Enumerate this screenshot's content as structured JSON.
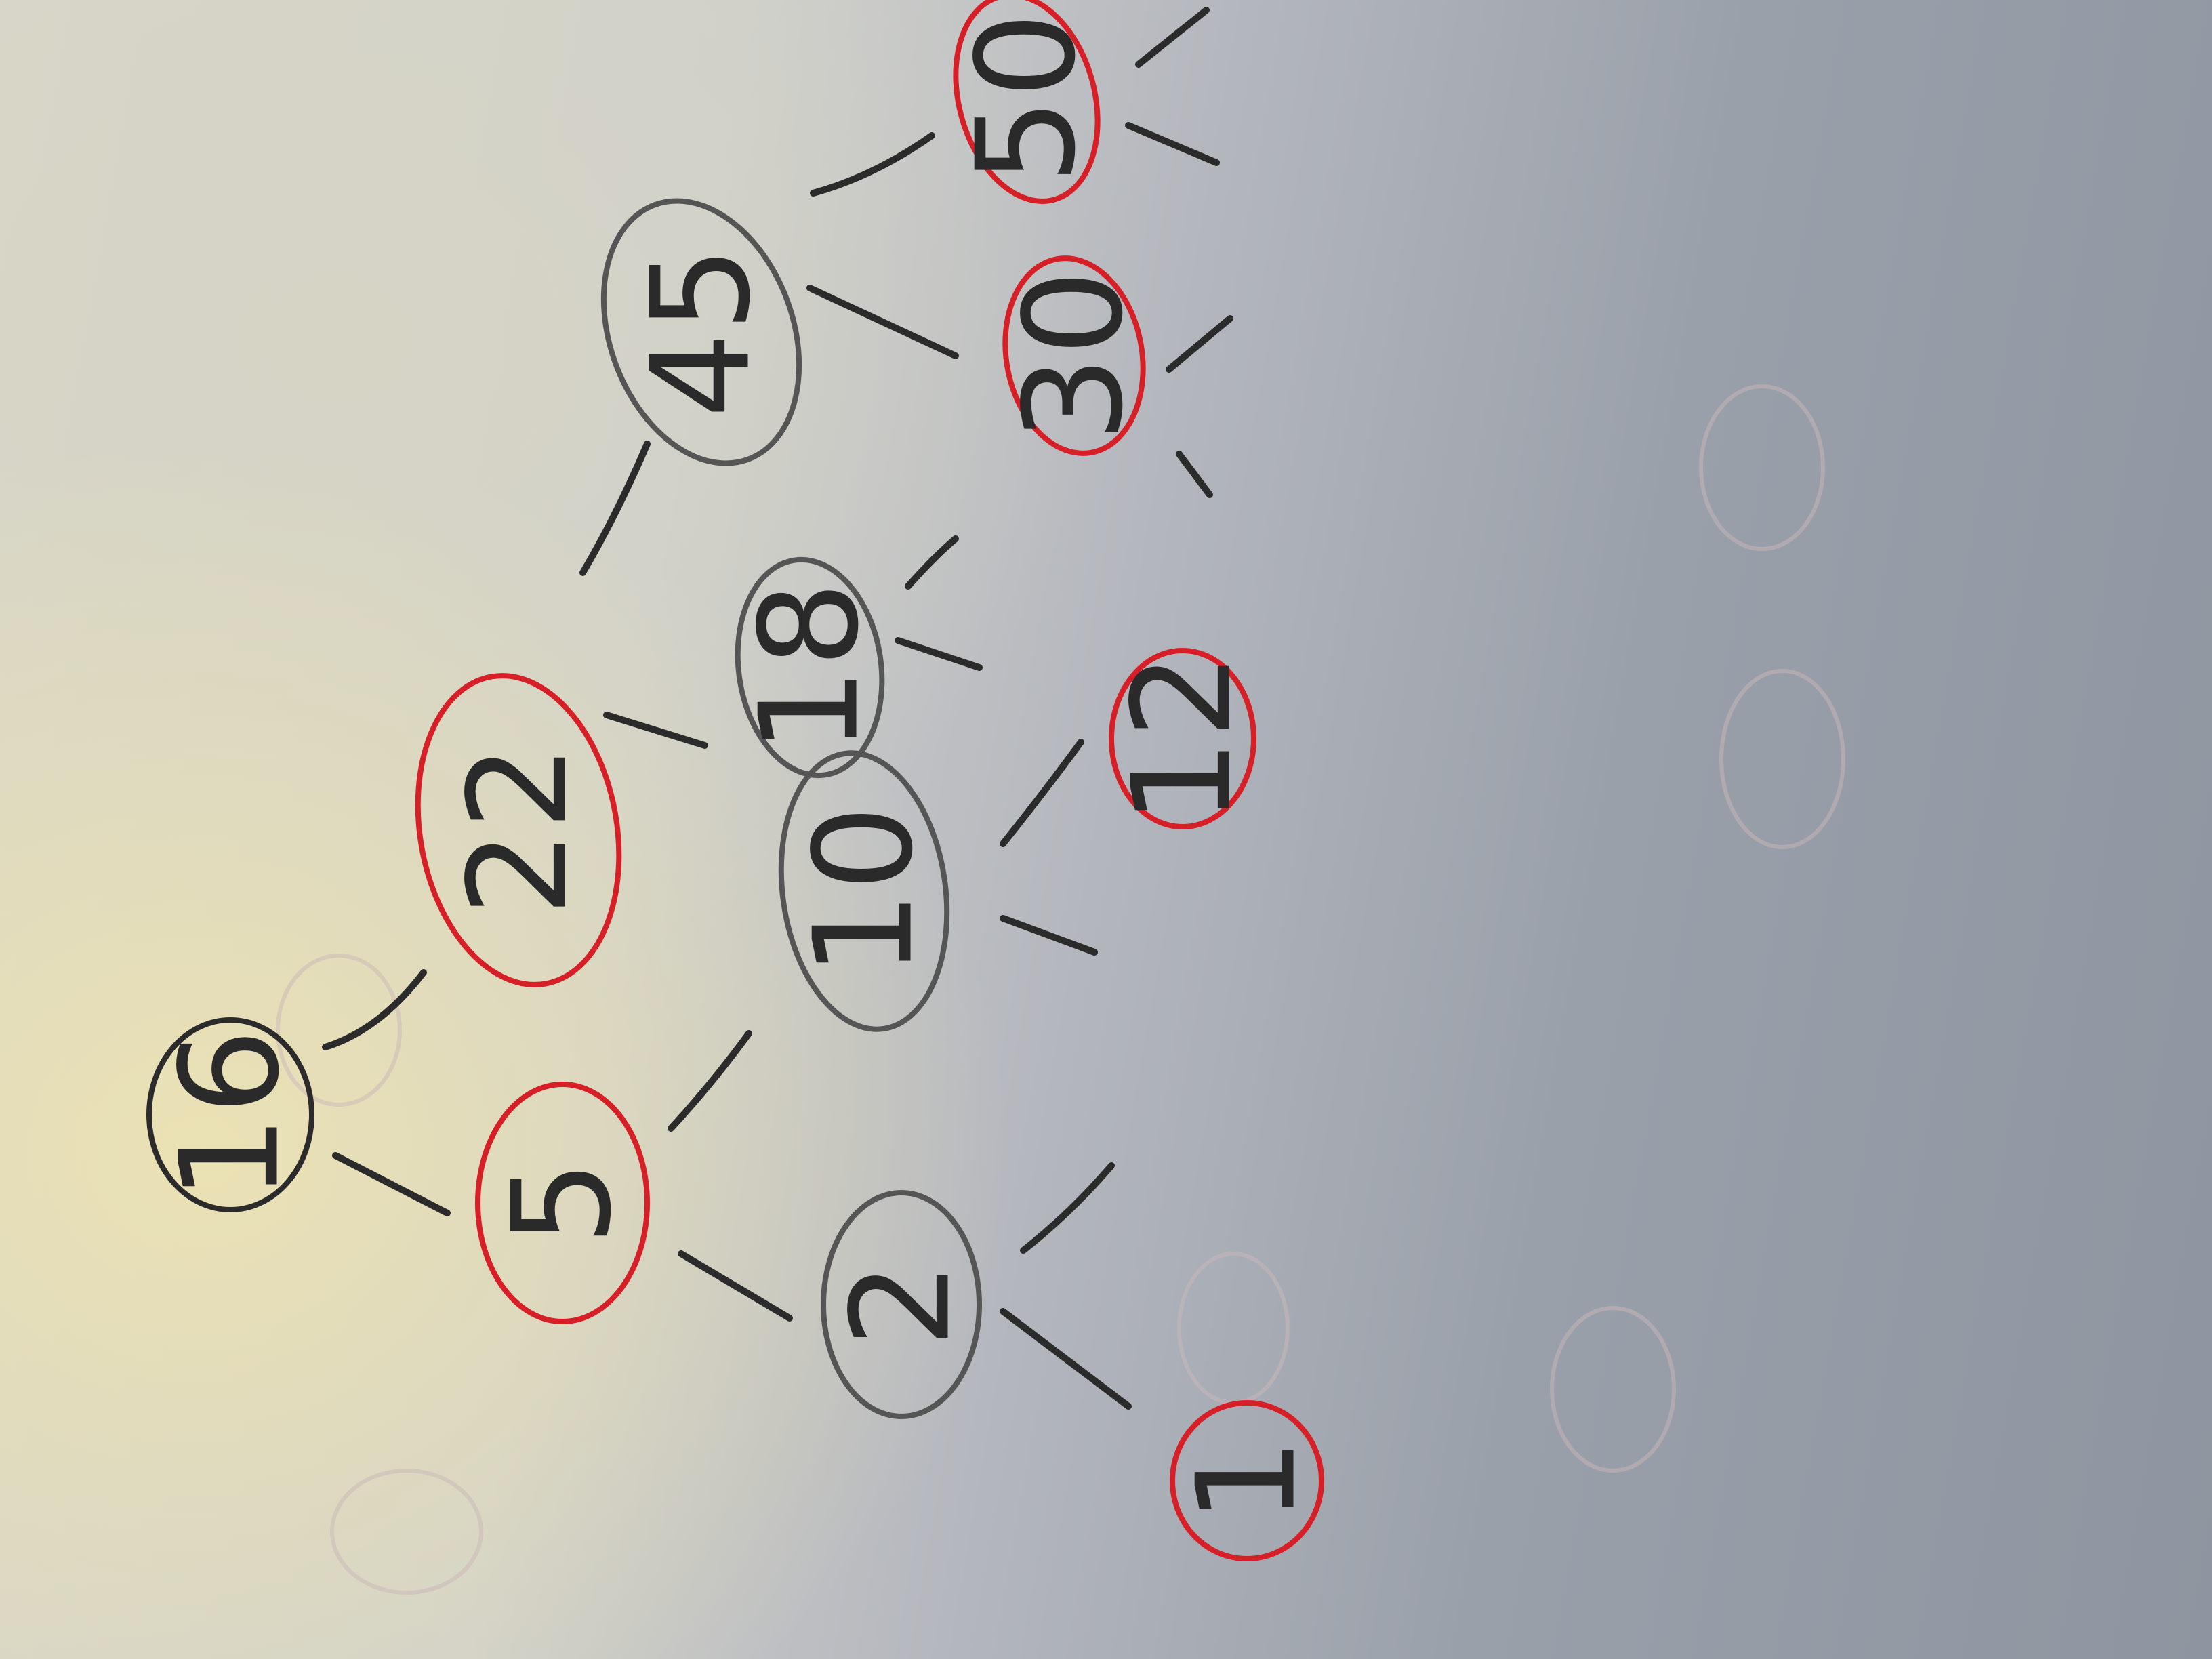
{
  "image": {
    "description_kind": "handwritten red-black tree sketch on paper, photographed rotated 90 degrees"
  },
  "colors": {
    "red_node": "#d61f26",
    "black_node": "#2b2b2b",
    "ink": "#2a2a2a"
  },
  "nodes": [
    {
      "id": "n16",
      "label": "16",
      "color": "black"
    },
    {
      "id": "n22",
      "label": "22",
      "color": "red"
    },
    {
      "id": "n5",
      "label": "5",
      "color": "red"
    },
    {
      "id": "n45",
      "label": "45",
      "color": "black"
    },
    {
      "id": "n18",
      "label": "18",
      "color": "black"
    },
    {
      "id": "n10",
      "label": "10",
      "color": "black"
    },
    {
      "id": "n2",
      "label": "2",
      "color": "black"
    },
    {
      "id": "n50",
      "label": "50",
      "color": "red"
    },
    {
      "id": "n30",
      "label": "30",
      "color": "red"
    },
    {
      "id": "n12",
      "label": "12",
      "color": "red"
    },
    {
      "id": "n1",
      "label": "1",
      "color": "red"
    }
  ]
}
